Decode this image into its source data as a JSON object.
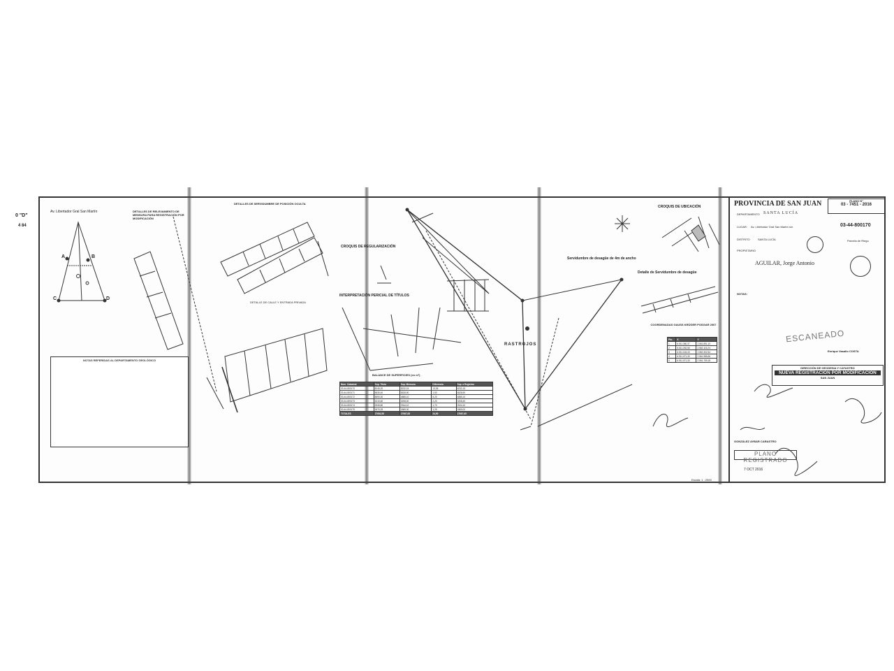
{
  "margin_marks": {
    "top": "0  \"D\"",
    "bottom": "4  84"
  },
  "panels": {
    "access_plan_title": "Av. Libertador Gral San Martín",
    "access_labels": [
      "A",
      "B",
      "C",
      "D"
    ],
    "survey_details_title": "DETALLES DE RELEVAMIENTO DE MENSURA PARA REGISTRACIÓN POR MODIFICACIÓN",
    "servitude_details_title": "DETALLES DE SERVIDUMBRE DE POSICIÓN OCULTA",
    "servitude_caption": "DETALLE DE CALLE Y ENTRADA PRIVADA",
    "notes_title": "NOTAS REFERIDAS AL DEPARTAMENTO GEOLÓGICO",
    "rearrangement_sketch_title": "CROQUIS DE REGULARIZACIÓN",
    "title_interpretation": "INTERPRETACIÓN PERICIAL DE TÍTULOS",
    "servitude_drain": "Servidumbre de desagüe de 4m de ancho",
    "servitude_drain_detail": "Detalle de Servidumbre de desagüe",
    "location_sketch_title": "CROQUIS DE UBICACIÓN",
    "parcel_name": "RASTROJOS",
    "gauss_kruger_title": "COORDENADAS GAUSS KRÜGER POSGAR 2007",
    "surface_balance_title": "BALANCE DE SUPERFICIES (en m²)",
    "scale_note": "Escala: 1 : 2000"
  },
  "surface_table": {
    "headers": [
      "Nom. Catastral",
      "Sup. Título",
      "Sup. Mensura",
      "Diferencia",
      "Sup. a Registrar"
    ],
    "rows": [
      [
        "03-44-800170",
        "8245,20",
        "8232,15",
        "13,05",
        "8232,15"
      ],
      [
        "03-44-800171",
        "6530,40",
        "6528,90",
        "1,50",
        "6528,90"
      ],
      [
        "03-44-800172",
        "4890,30",
        "4885,10",
        "5,20",
        "4885,10"
      ],
      [
        "03-44-800173",
        "3210,60",
        "3208,40",
        "2,20",
        "3208,40"
      ],
      [
        "03-44-800174",
        "2945,80",
        "2944,10",
        "1,70",
        "2944,10"
      ],
      [
        "03-44-800175",
        "1870,25",
        "1869,00",
        "1,25",
        "1869,00"
      ]
    ],
    "total": [
      "TOTALES",
      "27692,55",
      "27667,65",
      "24,90",
      "27667,65"
    ]
  },
  "coords_table": {
    "headers": [
      "Pto.",
      "X",
      "Y"
    ],
    "rows": [
      [
        "1",
        "6.511.380,37",
        "2.561.851,10"
      ],
      [
        "2",
        "6.511.262,55",
        "2.562.115,24"
      ],
      [
        "3",
        "6.511.164,43",
        "2.562.302,54"
      ],
      [
        "4",
        "6.511.071,30",
        "2.561.985,66"
      ],
      [
        "5",
        "6.511.071,30",
        "2.561.759,18"
      ]
    ]
  },
  "title_block": {
    "province": "PROVINCIA DE SAN JUAN",
    "plan_label": "PLANO N°",
    "plan_number": "03 - 7451 - 2016",
    "department_label": "DEPARTAMENTO",
    "department": "SANTA LUCÍA",
    "place_label": "LUGAR:",
    "place": "Av. Libertador Gral San Martín s/n",
    "district_label": "DISTRITO",
    "district": "SANTA LUCÍA",
    "owner_label": "PROPIETARIO",
    "owner": "AGUILAR, Jorge Antonio",
    "cadastral": "03-44-800170",
    "ground_type": "Parcela de Riego",
    "notes_label": "NOTAS:",
    "scanned_stamp": "ESCANEADO",
    "surveyor": "Enrique Vasallo COSTA",
    "registration_stamp_1": "DIRECCIÓN DE GEODESIA Y CATASTRO",
    "registration_stamp_2": "NUEVA REGISTRACIÓN POR MODIFICACIÓN",
    "registration_stamp_3": "SAN JUAN",
    "approval_name": "GONZÁLEZ AYBAR CARASTRO",
    "registered_stamp": "PLANO REGISTRADO",
    "stamp_date": "7 OCT 2016"
  }
}
